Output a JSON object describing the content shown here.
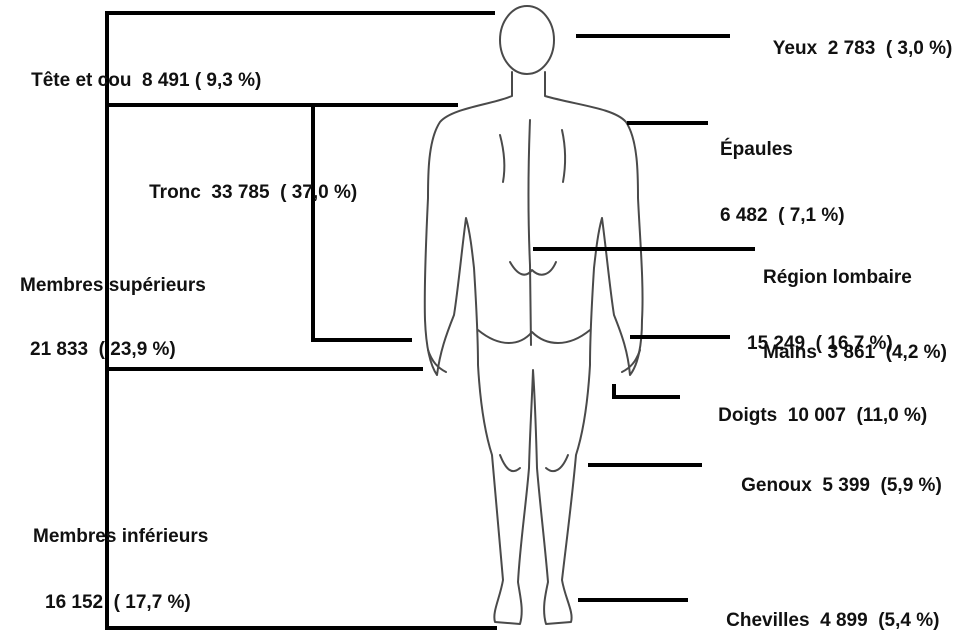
{
  "colors": {
    "line": "#000000",
    "text": "#111111",
    "body_outline": "#4a4a4a",
    "background": "#ffffff"
  },
  "groups": {
    "head_neck": {
      "name": "Tête et cou",
      "value": "8 491 ( 9,3 %)"
    },
    "trunk": {
      "name": "Tronc",
      "value": "33 785  ( 37,0 %)"
    },
    "upper_limbs": {
      "name": "Membres supérieurs",
      "value": "21 833  ( 23,9 %)"
    },
    "lower_limbs": {
      "name": "Membres inférieurs",
      "value": "16 152  ( 17,7 %)"
    }
  },
  "parts": {
    "eyes": {
      "name": "Yeux",
      "value": "2 783  ( 3,0 %)"
    },
    "shoulders": {
      "name": "Épaules",
      "value": "6 482  ( 7,1 %)"
    },
    "lower_back": {
      "name": "Région lombaire",
      "value": "15 249  ( 16,7 %)"
    },
    "hands": {
      "name": "Mains",
      "value": "3 861  (4,2 %)"
    },
    "fingers": {
      "name": "Doigts",
      "value": "10 007  (11,0 %)"
    },
    "knees": {
      "name": "Genoux",
      "value": "5 399  (5,9 %)"
    },
    "ankles": {
      "name": "Chevilles",
      "value": "4 899  (5,4 %)"
    }
  }
}
